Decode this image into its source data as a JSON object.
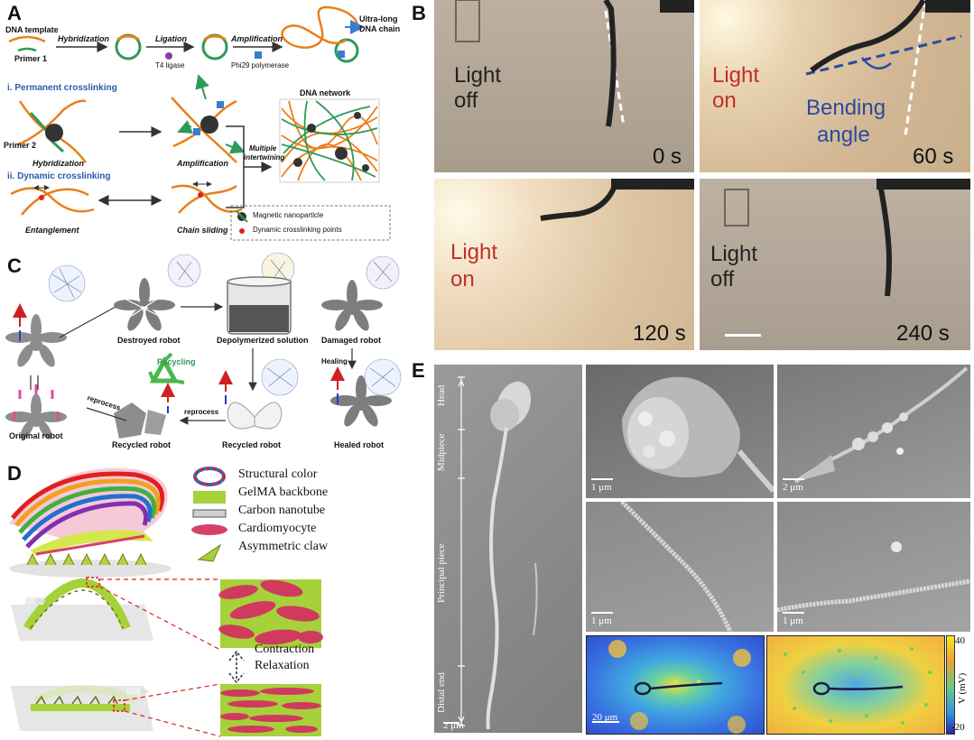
{
  "panels": {
    "a": "A",
    "b": "B",
    "c": "C",
    "d": "D",
    "e": "E"
  },
  "a": {
    "dna_template": "DNA template",
    "primer1": "Primer 1",
    "hybridization": "Hybridization",
    "ligation": "Ligation",
    "t4_ligase": "T4 ligase",
    "amplification": "Amplification",
    "phi29": "Phi29 polymerase",
    "ultra_long": "Ultra-long",
    "dna_chain": "DNA chain",
    "permanent": "i. Permanent crosslinking",
    "primer2": "Primer 2",
    "hybridization2": "Hybridization",
    "amplification2": "Amplification",
    "multiple": "Multiple",
    "intertwining": "intertwining",
    "dna_network": "DNA network",
    "dynamic": "ii. Dynamic crosslinking",
    "entanglement": "Entanglement",
    "chain_sliding": "Chain sliding",
    "legend_magnetic": "Magnetic nanoparticle",
    "legend_dynamic": "Dynamic crosslinking points"
  },
  "b": {
    "p1_light": "Light",
    "p1_state": "off",
    "p1_time": "0 s",
    "p2_light": "Light",
    "p2_state": "on",
    "p2_time": "60 s",
    "p2_bending1": "Bending",
    "p2_bending2": "angle",
    "p3_light": "Light",
    "p3_state": "on",
    "p3_time": "120 s",
    "p4_light": "Light",
    "p4_state": "off",
    "p4_time": "240 s"
  },
  "c": {
    "destroyed": "Destroyed robot",
    "depolymerized": "Depolymerized solution",
    "damaged": "Damaged robot",
    "recycling": "Recycling",
    "healing": "Healing",
    "original": "Original robot",
    "reprocess1": "reprocess",
    "reprocess2": "reprocess",
    "recycled1": "Recycled robot",
    "recycled2": "Recycled robot",
    "healed": "Healed robot"
  },
  "d": {
    "legend": [
      "Structural color",
      "GelMA backbone",
      "Carbon nanotube",
      "Cardiomyocyte",
      "Asymmetric claw"
    ],
    "contraction": "Contraction",
    "relaxation": "Relaxation"
  },
  "e": {
    "segments": [
      "Head",
      "Midpiece",
      "Principal piece",
      "Distal end"
    ],
    "scale_main": "2 μm",
    "scale_1": "1 μm",
    "scale_2": "2 μm",
    "scale_3": "1 μm",
    "scale_4": "1 μm",
    "scale_5": "20 μm",
    "colorbar_max": "40",
    "colorbar_min": "-20",
    "colorbar_label": "V (mV)"
  },
  "colors": {
    "orange_strand": "#e8801c",
    "green_strand": "#2e9a57",
    "blue_title": "#2a5aa8",
    "light_on_red": "#c0302a",
    "bending_blue": "#2a4aa0",
    "gelma_green": "#a6d13a",
    "cardiomyocyte_pink": "#d8406a"
  }
}
